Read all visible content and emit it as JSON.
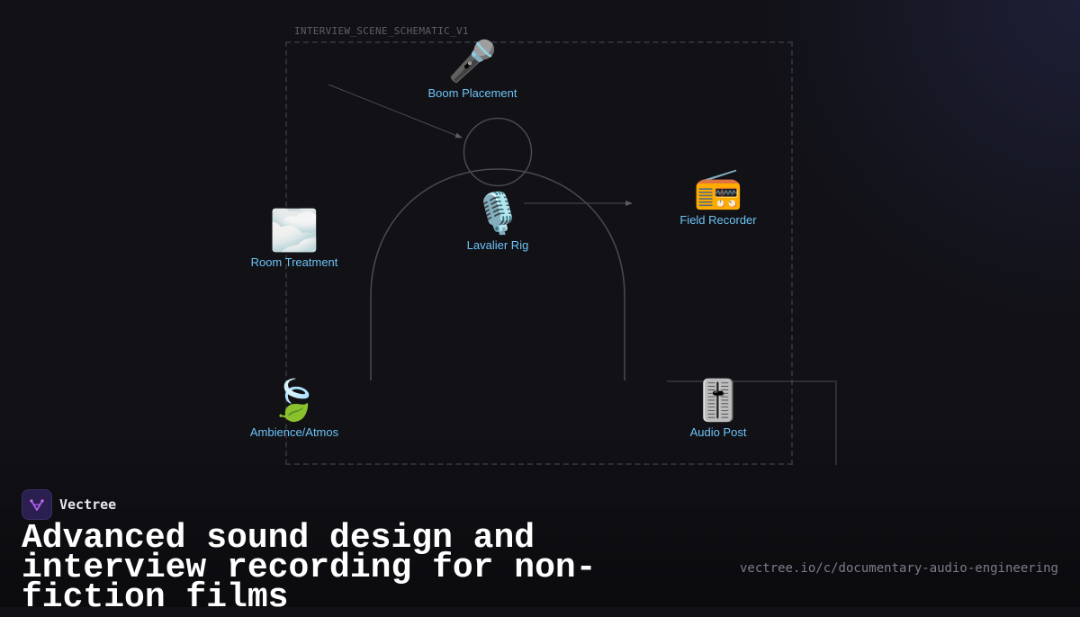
{
  "schematic": {
    "caption": "INTERVIEW_SCENE_SCHEMATIC_V1",
    "nodes": [
      {
        "id": "boom",
        "label": "Boom Placement",
        "icon": "🎤",
        "icon_name": "microphone-icon"
      },
      {
        "id": "lavalier",
        "label": "Lavalier Rig",
        "icon": "🎙️",
        "icon_name": "studio-microphone-icon"
      },
      {
        "id": "recorder",
        "label": "Field Recorder",
        "icon": "📻",
        "icon_name": "radio-icon"
      },
      {
        "id": "room",
        "label": "Room Treatment",
        "icon": "🌫️",
        "icon_name": "fog-icon"
      },
      {
        "id": "ambience",
        "label": "Ambience/Atmos",
        "icon": "🍃",
        "icon_name": "leaf-icon"
      },
      {
        "id": "post",
        "label": "Audio Post",
        "icon": "🎚️",
        "icon_name": "level-slider-icon"
      }
    ]
  },
  "brand": {
    "name": "Vectree"
  },
  "headline": "Advanced sound design and interview recording for non-fiction films",
  "url": "vectree.io/c/documentary-audio-engineering",
  "colors": {
    "background": "#111116",
    "label": "#6ec3f5",
    "line": "#4a4b53",
    "frame": "#2e2f37",
    "logo_bg": "#2a1f4f",
    "logo_accent": "#b15cf0"
  }
}
